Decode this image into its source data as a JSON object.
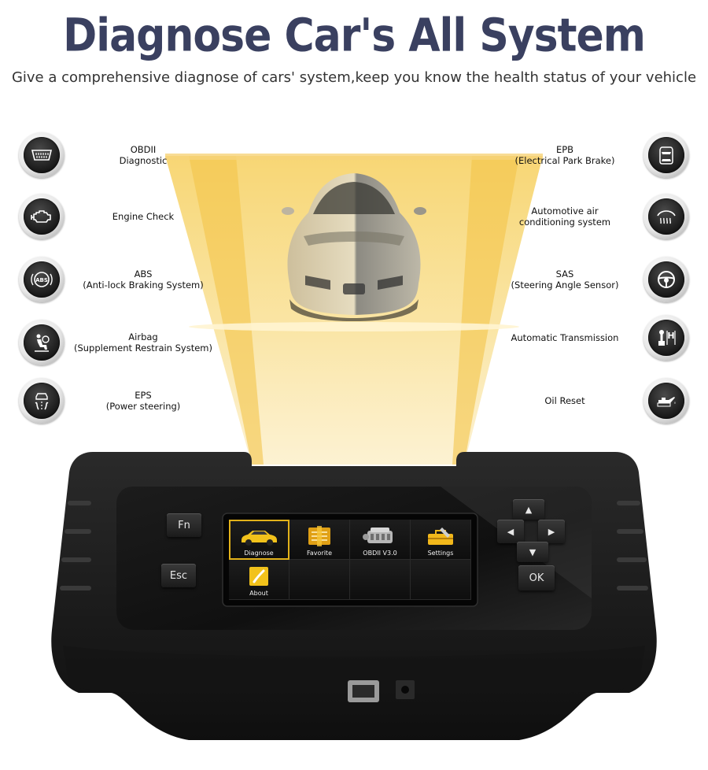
{
  "header": {
    "title": "Diagnose Car's All System",
    "subtitle": "Give a comprehensive diagnose of cars' system,keep you know the health status of your vehicle"
  },
  "features_left": [
    {
      "line1": "OBDII",
      "line2": "Diagnostic",
      "icon": "obd-connector-icon"
    },
    {
      "line1": "Engine Check",
      "line2": "",
      "icon": "engine-check-icon"
    },
    {
      "line1": "ABS",
      "line2": "(Anti-lock Braking System)",
      "icon": "abs-icon"
    },
    {
      "line1": "Airbag",
      "line2": "(Supplement Restrain System)",
      "icon": "airbag-icon"
    },
    {
      "line1": "EPS",
      "line2": "(Power steering)",
      "icon": "power-steering-icon"
    }
  ],
  "features_right": [
    {
      "line1": "EPB",
      "line2": "(Electrical Park Brake)",
      "icon": "car-top-view-icon"
    },
    {
      "line1": "Automotive air",
      "line2": "conditioning system",
      "icon": "air-conditioning-icon"
    },
    {
      "line1": "SAS",
      "line2": "(Steering Angle Sensor)",
      "icon": "steering-wheel-icon"
    },
    {
      "line1": "Automatic Transmission",
      "line2": "",
      "icon": "gear-shift-icon"
    },
    {
      "line1": "Oil Reset",
      "line2": "",
      "icon": "oil-can-icon"
    }
  ],
  "device": {
    "keys": {
      "fn": "Fn",
      "esc": "Esc",
      "ok": "OK"
    },
    "menu": [
      {
        "label": "Diagnose",
        "icon": "car-icon",
        "selected": true
      },
      {
        "label": "Favorite",
        "icon": "favorite-icon",
        "selected": false
      },
      {
        "label": "OBDII V3.0",
        "icon": "engine-icon",
        "selected": false
      },
      {
        "label": "Settings",
        "icon": "settings-toolbox-icon",
        "selected": false
      },
      {
        "label": "About",
        "icon": "about-icon",
        "selected": false
      }
    ]
  },
  "colors": {
    "title": "#3a4060",
    "beam": "#f3c54a",
    "highlight": "#e2b21a",
    "device_body": "#1a1a1a"
  }
}
